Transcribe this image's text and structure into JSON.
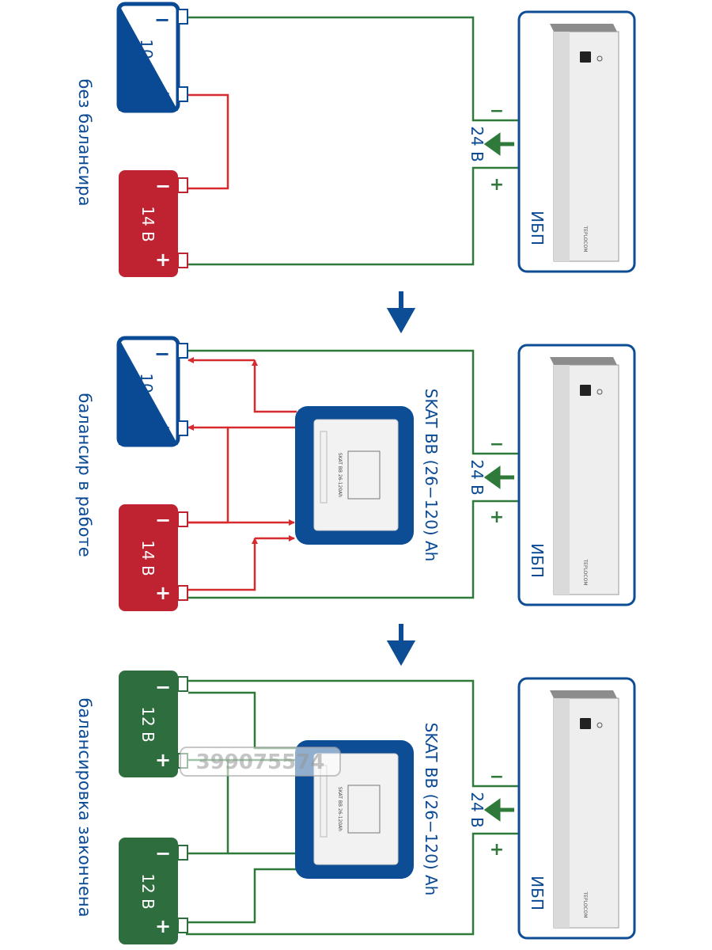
{
  "colors": {
    "blue": "#0a4a94",
    "red": "#bf2230",
    "green": "#2e6e3e",
    "wire_green": "#2f7a3a",
    "wire_red": "#d72a2e",
    "arrow_blue": "#0d4d96",
    "ups_frame": "#0d4d96"
  },
  "panels": [
    {
      "caption": "без балансира",
      "battery_top": {
        "voltage": "10 В",
        "minus": "−",
        "plus": "+"
      },
      "battery_bottom": {
        "voltage": "14 В",
        "minus": "−",
        "plus": "+"
      },
      "ups": {
        "label": "ИБП",
        "voltage": "24 В",
        "minus": "−",
        "plus": "+"
      }
    },
    {
      "caption": "балансир в работе",
      "battery_top": {
        "voltage": "10 В",
        "minus": "−",
        "plus": "+"
      },
      "battery_bottom": {
        "voltage": "14 В",
        "minus": "−",
        "plus": "+"
      },
      "balancer": {
        "label": "SKAT BB (26−120) Ah",
        "device_text": "SKAT BB 26-120Ah"
      },
      "ups": {
        "label": "ИБП",
        "voltage": "24 В",
        "minus": "−",
        "plus": "+"
      }
    },
    {
      "caption": "балансировка закончена",
      "battery_top": {
        "voltage": "12 В",
        "minus": "−",
        "plus": "+"
      },
      "battery_bottom": {
        "voltage": "12 В",
        "minus": "−",
        "plus": "+"
      },
      "balancer": {
        "label": "SKAT BB (26−120) Ah",
        "device_text": "SKAT BB 26-120Ah"
      },
      "ups": {
        "label": "ИБП",
        "voltage": "24 В",
        "minus": "−",
        "plus": "+"
      }
    }
  ],
  "ups_brand": "TEPLOCOM",
  "watermark": "399075574",
  "flow_arrow": "down-arrow-icon"
}
